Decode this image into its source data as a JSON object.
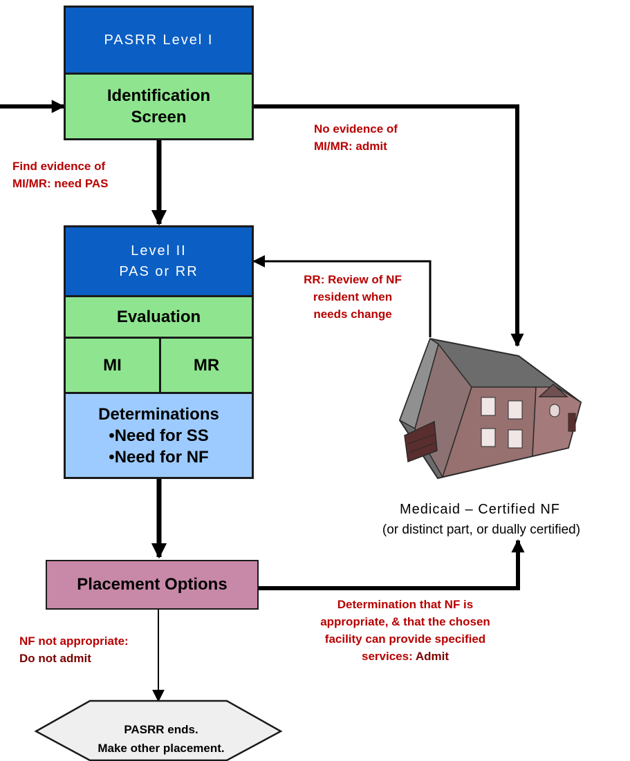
{
  "level1": {
    "header": "PASRR Level  I",
    "screen": [
      "Identification",
      "Screen"
    ]
  },
  "level2": {
    "header": [
      "Level  II",
      "PAS  or  RR"
    ],
    "evaluation": "Evaluation",
    "mi": "MI",
    "mr": "MR",
    "determinations": {
      "title": "Determinations",
      "items": [
        "Need for SS",
        "Need for NF"
      ]
    }
  },
  "placement": "Placement Options",
  "labels": {
    "find_evidence": [
      "Find evidence of",
      "MI/MR: need PAS"
    ],
    "no_evidence": [
      "No evidence of",
      "MI/MR: admit"
    ],
    "rr_review": [
      "RR:  Review of NF",
      "resident when",
      "needs change"
    ],
    "nf_not_appropriate": [
      "NF not  appropriate:",
      "Do not  admit"
    ],
    "determination": [
      "Determination that NF is",
      "appropriate, & that the chosen",
      "facility can provide specified"
    ],
    "determination_last": "services: ",
    "determination_admit": "Admit"
  },
  "facility": {
    "name": "Medicaid – Certified NF",
    "note": "(or distinct part, or dually certified)"
  },
  "end": [
    "PASRR ends.",
    "Make other placement."
  ],
  "colors": {
    "header_blue": "#0b5fc4",
    "green": "#8fe58f",
    "light_blue": "#9dcbff",
    "mauve": "#c888a8",
    "label_red": "#b80000",
    "line": "#000000"
  }
}
